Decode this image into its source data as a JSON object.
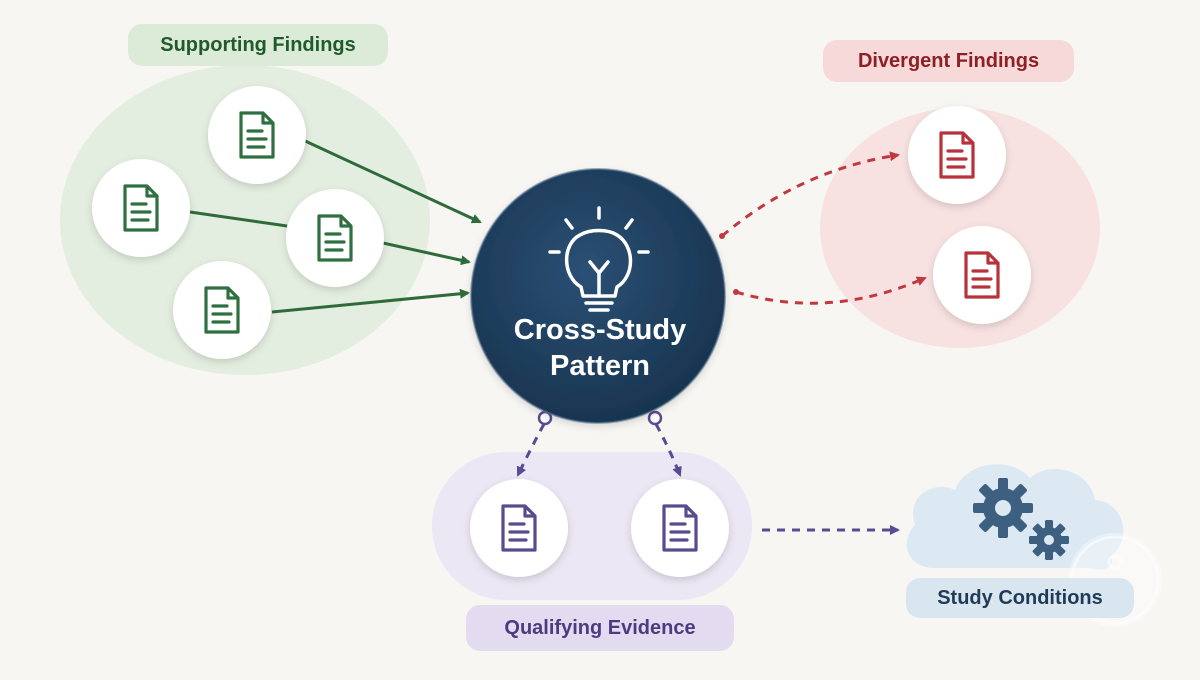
{
  "center": {
    "title_line1": "Cross-Study",
    "title_line2": "Pattern",
    "icon": "lightbulb-icon"
  },
  "groups": {
    "supporting": {
      "label": "Supporting Findings",
      "color": "#2f7040",
      "document_count": 4,
      "icon": "document-icon"
    },
    "divergent": {
      "label": "Divergent Findings",
      "color": "#b8323a",
      "document_count": 2,
      "icon": "document-icon"
    },
    "qualifying": {
      "label": "Qualifying Evidence",
      "color": "#5a4a8e",
      "document_count": 2,
      "icon": "document-icon"
    },
    "conditions": {
      "label": "Study Conditions",
      "color": "#3d5f80",
      "icon": "gears-icon"
    }
  },
  "colors": {
    "center_fill": "#1e3d5c",
    "supporting_bg": "#e4eee0",
    "divergent_bg": "#f8e2e1",
    "qualifying_bg": "#ebe7f4",
    "conditions_bg": "#dce9f3",
    "supporting_arrow": "#2f6b3a",
    "divergent_arrow": "#c0393f",
    "qualifying_arrow": "#5b4a93"
  }
}
